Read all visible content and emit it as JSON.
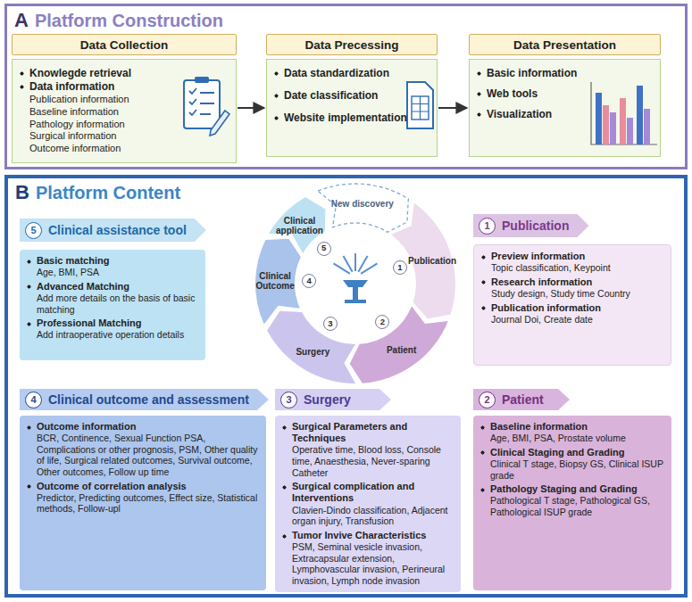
{
  "diagram": {
    "nodes": [
      {
        "text": [
          "A",
          "Platform Construction"
        ]
      },
      {
        "text": [
          "Data Collection"
        ],
        "in": 0
      },
      {
        "text": [
          "Knowlegde retrieval",
          "Data information",
          "Publication information",
          "Baseline information",
          "Pathology information",
          "Surgical information",
          "Outcome information"
        ],
        "in": 0
      },
      {
        "text": [
          "Data Precessing"
        ],
        "in": 0
      },
      {
        "text": [
          "Data standardization",
          "Date classification",
          "Website implementation"
        ],
        "in": 0
      },
      {
        "text": [
          "Data Presentation"
        ],
        "in": 0
      },
      {
        "text": [
          "Basic information",
          "Web tools",
          "Visualization"
        ],
        "in": 0
      },
      {
        "text": [
          "B",
          "Platform Content"
        ]
      },
      {
        "text": [
          "5",
          "Clinical assistance tool"
        ],
        "in": 7
      },
      {
        "text": [
          "Basic matching",
          "Age, BMI, PSA",
          "Advanced Matching",
          "Add more details on the basis of basic matching",
          "Professional Matching",
          "Add intraoperative operation details"
        ],
        "in": 7
      },
      {
        "text": [
          "1",
          "Publication"
        ],
        "in": 7
      },
      {
        "text": [
          "Preview information",
          "Topic classification, Keypoint",
          "Research information",
          "Study design, Study time Country",
          "Publication information",
          "Journal Doi, Create date"
        ],
        "in": 7
      },
      {
        "text": [
          "4",
          "Clinical outcome and assessment"
        ],
        "in": 7
      },
      {
        "text": [
          "Outcome information",
          "BCR, Continence, Sexual Function PSA, Complications or other prognosis, PSM, Other quality of life, Surgical related outcomes, Survival outcome, Other outcomes, Follow up time",
          "Outcome of correlation analysis",
          "Predictor, Predicting outcomes, Effect size, Statistical methods, Follow-upl"
        ],
        "in": 7
      },
      {
        "text": [
          "3",
          "Surgery"
        ],
        "in": 7
      },
      {
        "text": [
          "Surgical Parameters and Techniques",
          "Operative time, Blood loss, Console time, Anaesthesia, Never-sparing Catheter",
          "Surgical complication and Interventions",
          "Clavien-Dindo classification, Adjacent organ injury, Transfusion",
          "Tumor Invive Characteristics",
          "PSM, Seminal vesicle invasion, Extracapsular extension, Lymphovascular invasion, Perineural invasion, Lymph node invasion"
        ],
        "in": 7
      },
      {
        "text": [
          "2",
          "Patient"
        ],
        "in": 7
      },
      {
        "text": [
          "Baseline information",
          "Age, BMI, PSA, Prostate volume",
          "Clinical Staging and Grading",
          "Clinical T stage, Biopsy GS, Clinical ISUP grade",
          "Pathology Staging and Grading",
          "Pathological T stage, Pathological GS, Pathological ISUP grade"
        ],
        "in": 7
      }
    ],
    "edges": [
      {
        "from": 2,
        "to": 4,
        "arrow": "to"
      },
      {
        "from": 4,
        "to": 6,
        "arrow": "to"
      }
    ],
    "labels": [
      "New discovery",
      "Publication",
      "1",
      "Patient",
      "2",
      "Surgery",
      "3",
      "Clinical Outcome",
      "4",
      "Clinical application",
      "5"
    ]
  }
}
